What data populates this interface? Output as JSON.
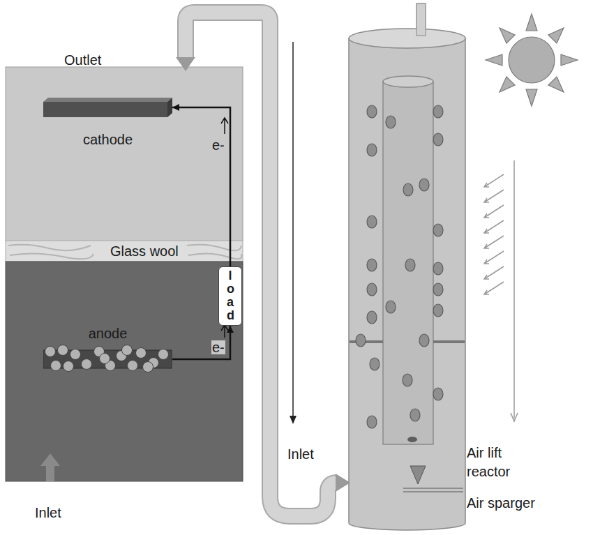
{
  "diagram": {
    "nodes": [
      {
        "text": [
          "cathode"
        ]
      },
      {
        "text": [
          "Glass wool"
        ]
      },
      {
        "text": [
          "anode"
        ]
      },
      {
        "text": [
          "load"
        ]
      }
    ],
    "edges": [
      {
        "from": 2,
        "to": 3,
        "label": "e-",
        "arrow": "to"
      },
      {
        "from": 3,
        "to": 0,
        "label": "e-",
        "arrow": "to"
      }
    ],
    "labels": [
      "Outlet",
      "Inlet",
      "Inlet",
      "Air lift reactor",
      "Air sparger"
    ]
  }
}
